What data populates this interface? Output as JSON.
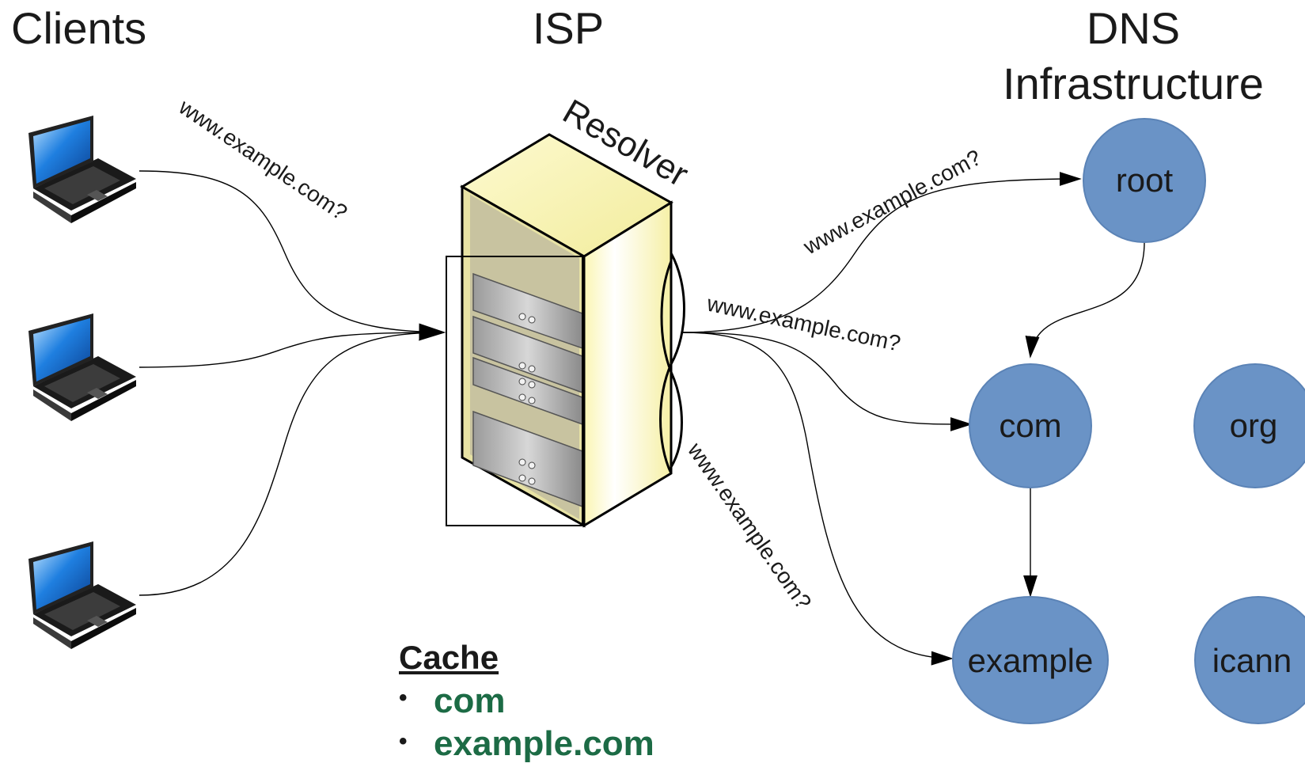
{
  "headings": {
    "clients": "Clients",
    "isp": "ISP",
    "dns_line1": "DNS",
    "dns_line2": "Infrastructure"
  },
  "resolver_label": "Resolver",
  "query_labels": {
    "client_to_resolver": "www.example.com?",
    "to_root": "www.example.com?",
    "to_com": "www.example.com?",
    "to_example": "www.example.com?"
  },
  "dns_nodes": {
    "root": "root",
    "com": "com",
    "org": "org",
    "example": "example",
    "icann": "icann"
  },
  "cache": {
    "title": "Cache",
    "bullet": "•",
    "items": [
      "com",
      "example.com"
    ]
  },
  "colors": {
    "node_fill": "#6a93c6",
    "node_stroke": "#5b83b6",
    "cache_text": "#1c6b45",
    "rack_face": "#fbf8c6"
  },
  "icons": {
    "client": "laptop-icon",
    "resolver": "server-rack-icon"
  }
}
